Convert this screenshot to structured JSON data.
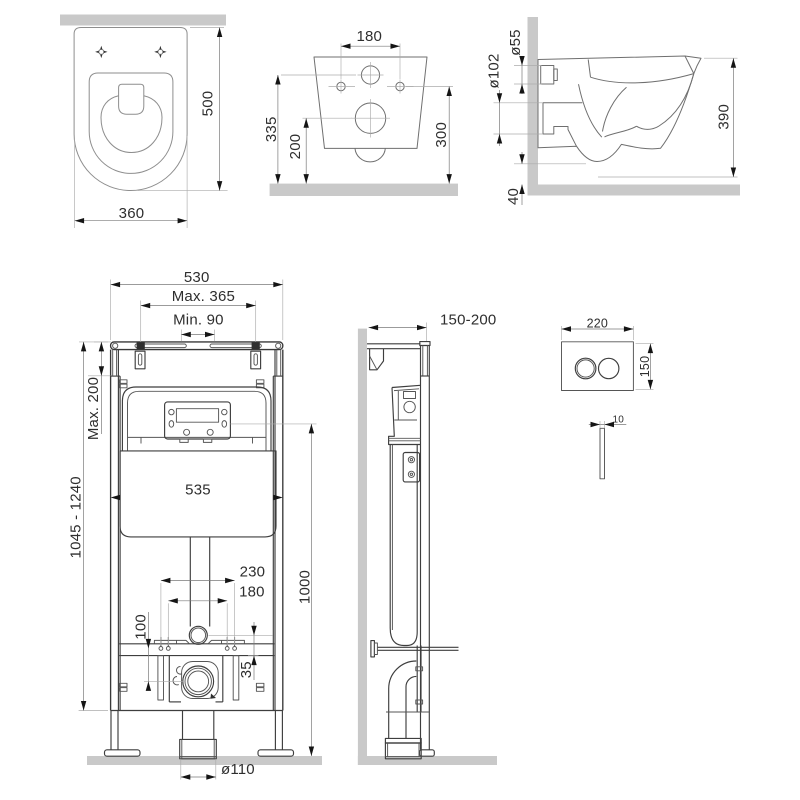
{
  "title": "Wall-hung WC and installation frame dimensional drawing",
  "colors": {
    "background": "#ffffff",
    "line": "#3e3e3e",
    "light_line": "#8e8e8e",
    "dimension": "#7a7a7a",
    "wall_fill": "#c9c9c9",
    "text": "#2e2e2e"
  },
  "views": {
    "pan_top": {
      "label": "toilet-top-view",
      "dims": {
        "depth": "500",
        "width": "360"
      }
    },
    "pan_back": {
      "label": "toilet-back-view",
      "dims": {
        "holes_spacing": "180",
        "inlet_height": "335",
        "outlet_height": "200",
        "holes_height": "300"
      }
    },
    "pan_side": {
      "label": "toilet-side-view",
      "dims": {
        "inlet_diameter": "ø55",
        "outlet_diameter": "ø102",
        "height": "390",
        "floor_gap": "40"
      }
    },
    "frame_front": {
      "label": "installation-frame-front-view",
      "dims": {
        "width": "530",
        "max_width": "Max. 365",
        "min_width": "Min. 90",
        "max_top": "Max. 200",
        "height_range": "1045 - 1240",
        "panel_width": "535",
        "outer_bolt_spacing": "230",
        "inner_bolt_spacing": "180",
        "outlet_drop": "100",
        "connector_offset": "35",
        "fixing_height": "1000",
        "outlet_diameter": "ø110"
      }
    },
    "frame_side": {
      "label": "installation-frame-side-view",
      "dims": {
        "depth_range": "150-200"
      }
    },
    "plate_front": {
      "label": "flush-plate-front-view",
      "dims": {
        "width": "220",
        "height": "150"
      }
    },
    "plate_side": {
      "label": "flush-plate-side-view",
      "dims": {
        "thickness": "10"
      }
    }
  }
}
